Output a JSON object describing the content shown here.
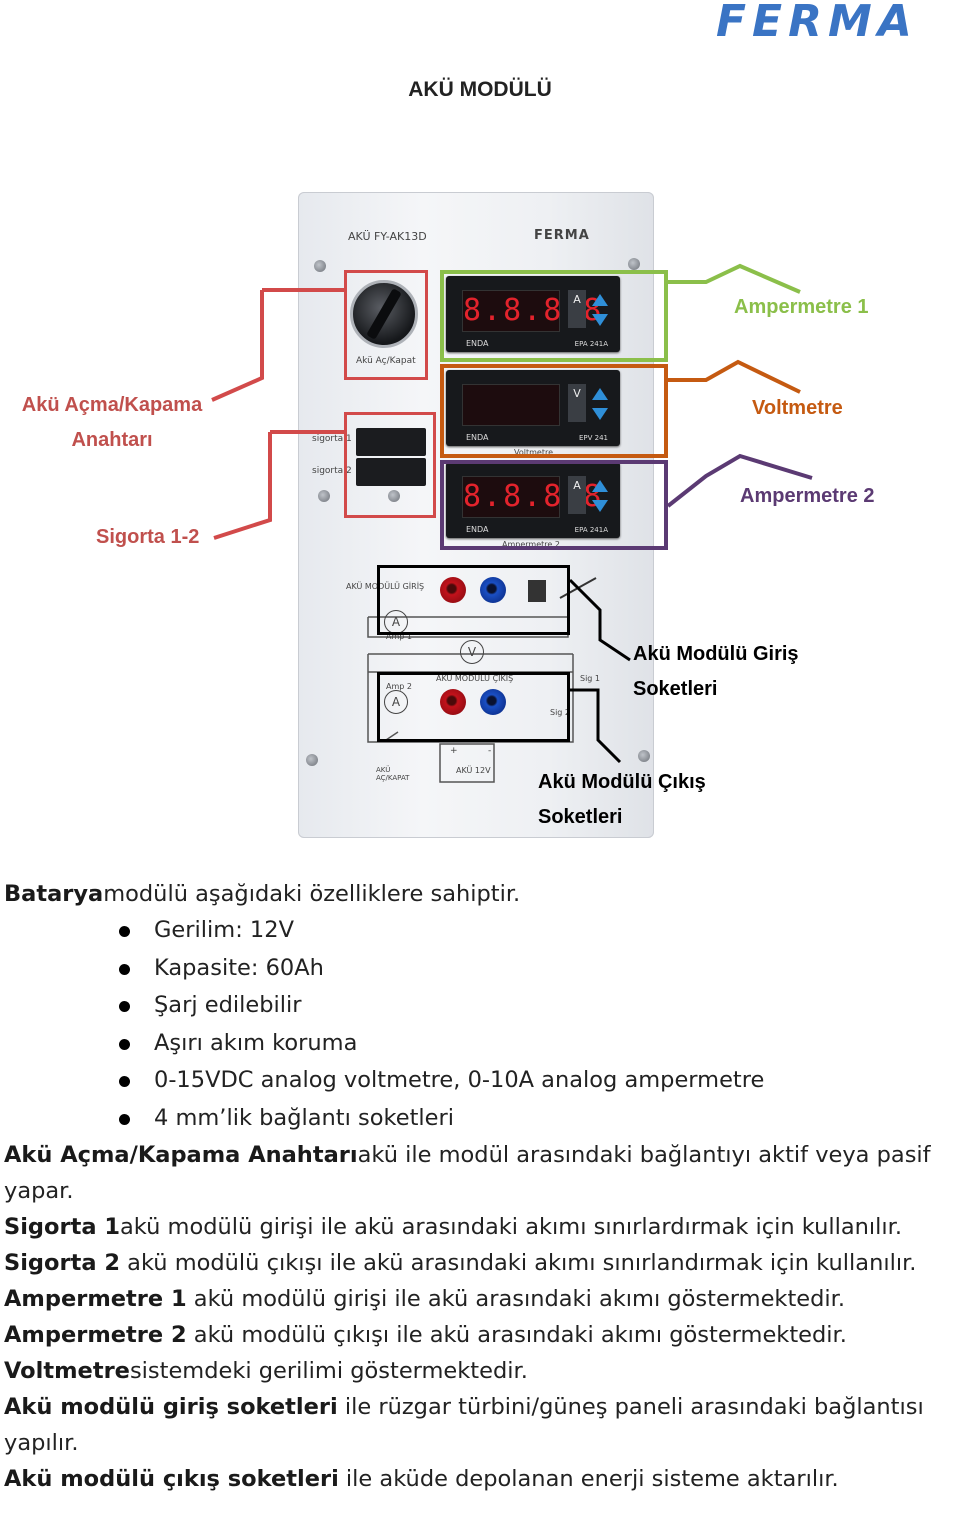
{
  "logo": {
    "text": "FERMA"
  },
  "title": "AKÜ MODÜLÜ",
  "panel": {
    "header_left": "AKÜ FY-AK13D",
    "header_brand": "FERMA",
    "switch_label": "Akü Aç/Kapat",
    "fuse1_label": "sigorta 1",
    "fuse2_label": "sigorta 2",
    "meters": [
      {
        "display": "8.8.8.8",
        "unit": "A",
        "brand": "ENDA",
        "model": "EPA 241A"
      },
      {
        "display": "",
        "unit": "V",
        "brand": "ENDA",
        "model": "EPV 241",
        "sub": "Voltmetre"
      },
      {
        "display": "8.8.8.8",
        "unit": "A",
        "brand": "ENDA",
        "model": "EPA 241A",
        "sub": "Ampermetre 2"
      }
    ],
    "input_label": "AKÜ MODÜLÜ GİRİŞ",
    "output_label": "AKÜ MODÜLÜ ÇIKIŞ",
    "amp1": "Amp 1",
    "amp2": "Amp 2",
    "sig1": "Sig 1",
    "sig2": "Sig 2",
    "sym_a": "A",
    "sym_v": "V",
    "switch_sym_label": "AKÜ AÇ/KAPAT",
    "battery_label": "AKÜ 12V",
    "battery_plus": "+",
    "battery_minus": "-"
  },
  "callouts": {
    "ampermetre1": "Ampermetre 1",
    "voltmetre": "Voltmetre",
    "ampermetre2": "Ampermetre 2",
    "switch_line1": "Akü Açma/Kapama",
    "switch_line2": "Anahtarı",
    "sigorta": "Sigorta 1-2",
    "giris_line1": "Akü Modülü Giriş",
    "giris_line2": "Soketleri",
    "cikis_line1": "Akü Modülü Çıkış",
    "cikis_line2": "Soketleri"
  },
  "colors": {
    "ampermetre1": "#8bbf4a",
    "voltmetre": "#c55a11",
    "ampermetre2": "#5b3a73",
    "red_box": "#d24a4a",
    "black_box": "#000000"
  },
  "body": {
    "intro_bold": "Batarya",
    "intro_rest": "modülü aşağıdaki özelliklere sahiptir.",
    "bullets": [
      "Gerilim: 12V",
      "Kapasite: 60Ah",
      "Şarj edilebilir",
      "Aşırı akım koruma",
      "0-15VDC analog voltmetre, 0-10A analog ampermetre",
      "4 mm’lik bağlantı soketleri"
    ],
    "p1_bold": "Akü Açma/Kapama Anahtarı",
    "p1_rest": "akü ile modül arasındaki bağlantıyı aktif veya pasif yapar.",
    "p2_bold": "Sigorta 1",
    "p2_rest": "akü modülü girişi ile akü arasındaki akımı sınırlardırmak için kullanılır.",
    "p3_bold": "Sigorta 2",
    "p3_rest": " akü modülü çıkışı ile akü arasındaki akımı sınırlandırmak için kullanılır.",
    "p4_bold": "Ampermetre 1",
    "p4_rest": " akü modülü girişi ile akü arasındaki akımı göstermektedir.",
    "p5_bold": "Ampermetre 2",
    "p5_rest": " akü modülü çıkışı ile akü arasındaki akımı göstermektedir.",
    "p6_bold": "Voltmetre",
    "p6_rest": "sistemdeki  gerilimi göstermektedir.",
    "p7_bold": "Akü modülü giriş soketleri",
    "p7_rest": " ile rüzgar türbini/güneş paneli  arasındaki bağlantısı yapılır.",
    "p8_bold": "Akü modülü çıkış soketleri",
    "p8_rest": " ile aküde depolanan enerji sisteme aktarılır."
  }
}
